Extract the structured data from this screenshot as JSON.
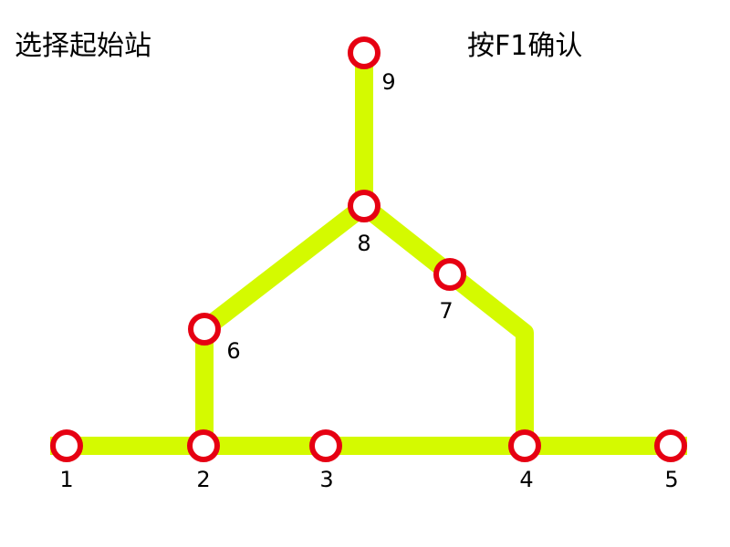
{
  "header": {
    "title": "选择起始站",
    "hint": "按F1确认"
  },
  "colors": {
    "line": "#d4fa00",
    "station_ring": "#e60012",
    "station_fill": "#ffffff",
    "label": "#000000"
  },
  "stations": [
    {
      "id": "1",
      "label": "1"
    },
    {
      "id": "2",
      "label": "2"
    },
    {
      "id": "3",
      "label": "3"
    },
    {
      "id": "4",
      "label": "4"
    },
    {
      "id": "5",
      "label": "5"
    },
    {
      "id": "6",
      "label": "6"
    },
    {
      "id": "7",
      "label": "7"
    },
    {
      "id": "8",
      "label": "8"
    },
    {
      "id": "9",
      "label": "9"
    }
  ]
}
